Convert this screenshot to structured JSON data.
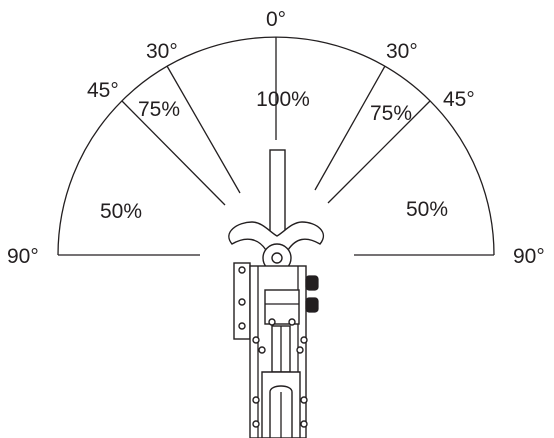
{
  "angle_labels": {
    "top": "0°",
    "left_30": "30°",
    "right_30": "30°",
    "left_45": "45°",
    "right_45": "45°",
    "left_90": "90°",
    "right_90": "90°"
  },
  "zone_labels": {
    "center": "100%",
    "left_75": "75%",
    "right_75": "75%",
    "left_50": "50%",
    "right_50": "50%"
  },
  "colors": {
    "line": "#231f20",
    "background": "#ffffff"
  },
  "icons": {
    "mechanism": "adjustable-joint-icon"
  }
}
